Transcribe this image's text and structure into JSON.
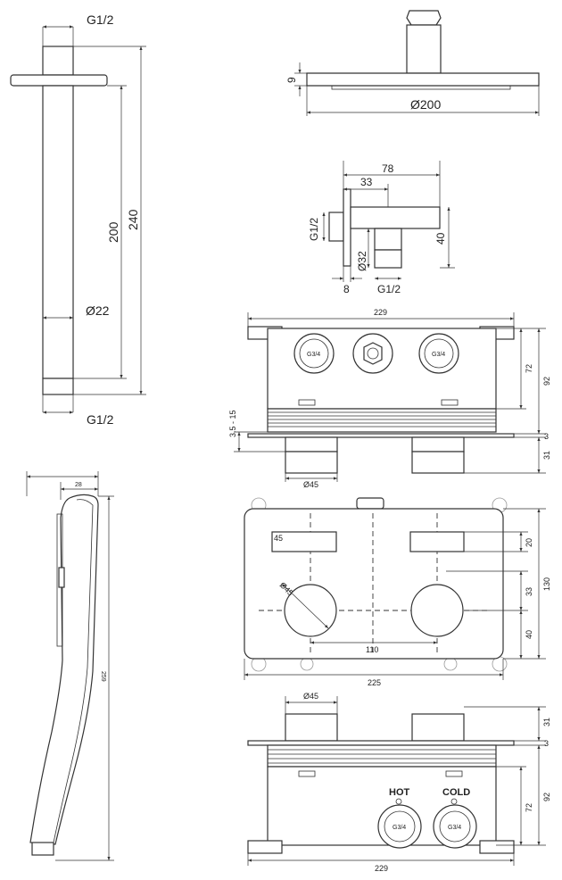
{
  "arm": {
    "thread_top": "G1/2",
    "length_total": "240",
    "length_tube": "200",
    "tube_diameter": "Ø22",
    "thread_bottom": "G1/2"
  },
  "head": {
    "thickness": "9",
    "diameter": "Ø200"
  },
  "elbow": {
    "depth": "78",
    "offset": "33",
    "thread_side": "G1/2",
    "height": "40",
    "diameter": "Ø32",
    "flange": "8",
    "thread_bottom": "G1/2"
  },
  "box_top": {
    "width": "229",
    "depth": "92",
    "depth_body": "72",
    "adjust": "3.5 - 15",
    "gap": "3",
    "knob_height": "31",
    "knob_diameter": "Ø45",
    "port_left": "G3/4",
    "port_right": "G3/4"
  },
  "box_front": {
    "label_45": "45",
    "width": "225",
    "height": "130",
    "c1": "20",
    "c2": "33",
    "c3": "40",
    "spacing": "110",
    "diameter": "Ø45"
  },
  "box_bottom": {
    "knob_diameter": "Ø45",
    "knob_height": "31",
    "gap": "3",
    "depth": "92",
    "depth_body": "72",
    "width": "229",
    "hot": "HOT",
    "cold": "COLD",
    "port_hot": "G3/4",
    "port_cold": "G3/4"
  },
  "hand_shower": {
    "width": "28",
    "length": "259"
  }
}
